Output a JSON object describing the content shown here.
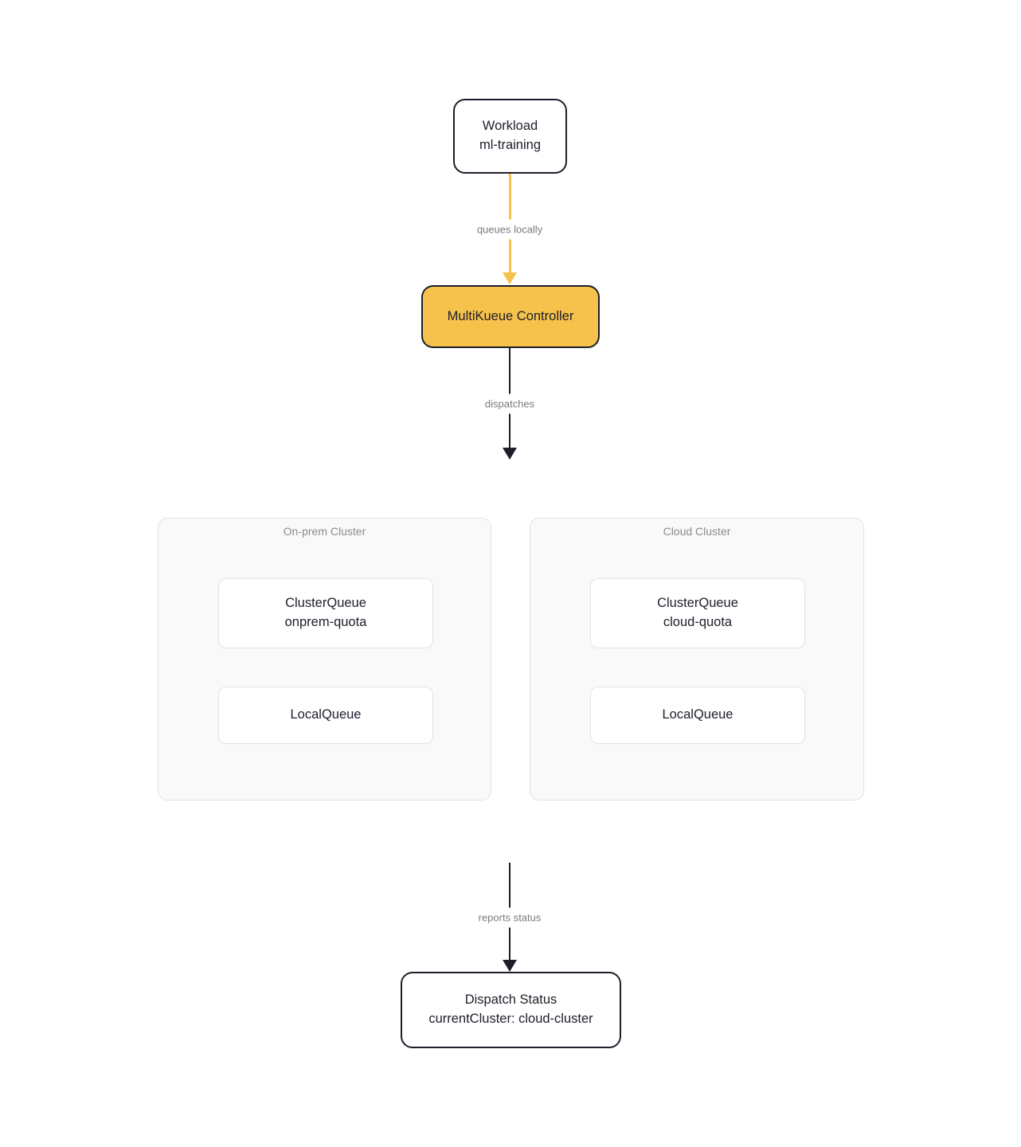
{
  "diagram": {
    "workload": {
      "line1": "Workload",
      "line2": "ml-training"
    },
    "controller": {
      "label": "MultiKueue Controller"
    },
    "edges": {
      "queues_locally": "queues locally",
      "dispatches": "dispatches",
      "reports_status": "reports status"
    },
    "clusters": [
      {
        "title": "On-prem Cluster",
        "cluster_queue_line1": "ClusterQueue",
        "cluster_queue_line2": "onprem-quota",
        "local_queue": "LocalQueue"
      },
      {
        "title": "Cloud Cluster",
        "cluster_queue_line1": "ClusterQueue",
        "cluster_queue_line2": "cloud-quota",
        "local_queue": "LocalQueue"
      }
    ],
    "dispatch_status": {
      "line1": "Dispatch Status",
      "line2": "currentCluster: cloud-cluster"
    },
    "colors": {
      "accent_yellow": "#f6c24b",
      "node_dark": "#1d1e2a",
      "edge_label_gray": "#7a7a7a",
      "cluster_title_gray": "#8c8c8c",
      "cluster_background": "#f9f9f9",
      "cluster_border": "#e2e2e2"
    }
  }
}
